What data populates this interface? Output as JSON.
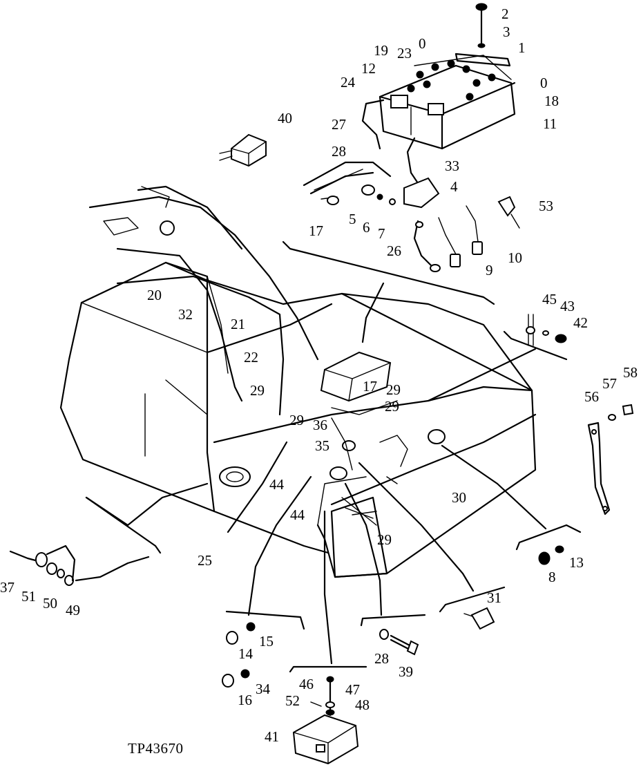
{
  "figure_id": "TP43670",
  "callouts": [
    "2",
    "3",
    "1",
    "0",
    "0",
    "19",
    "23",
    "12",
    "24",
    "18",
    "11",
    "40",
    "27",
    "28",
    "33",
    "4",
    "53",
    "17",
    "5",
    "6",
    "7",
    "26",
    "10",
    "9",
    "20",
    "32",
    "21",
    "45",
    "43",
    "42",
    "22",
    "29",
    "29",
    "17",
    "29",
    "29",
    "36",
    "35",
    "58",
    "57",
    "56",
    "44",
    "30",
    "44",
    "29",
    "25",
    "13",
    "8",
    "37",
    "51",
    "50",
    "49",
    "31",
    "15",
    "14",
    "28",
    "39",
    "34",
    "16",
    "46",
    "47",
    "52",
    "48",
    "41"
  ]
}
